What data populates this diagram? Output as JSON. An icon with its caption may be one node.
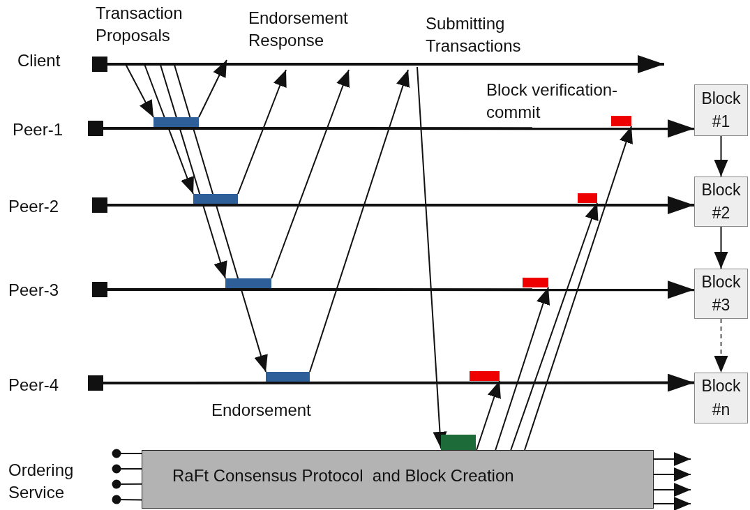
{
  "diagram": {
    "nodes": [
      {
        "text": [],
        "shape": "box",
        "beside": [
          "Client"
        ]
      },
      {
        "text": [],
        "shape": "box",
        "beside": [
          "Peer-1"
        ]
      },
      {
        "text": [],
        "shape": "box",
        "beside": [
          "Peer-2"
        ]
      },
      {
        "text": [],
        "shape": "box",
        "beside": [
          "Peer-3"
        ]
      },
      {
        "text": [],
        "shape": "box",
        "beside": [
          "Peer-4"
        ]
      },
      {
        "text": [],
        "shape": "bar"
      },
      {
        "text": [],
        "shape": "bar"
      },
      {
        "text": [],
        "shape": "bar"
      },
      {
        "text": [],
        "shape": "bar"
      },
      {
        "text": [],
        "shape": "bar"
      },
      {
        "text": [],
        "shape": "bar"
      },
      {
        "text": [],
        "shape": "bar"
      },
      {
        "text": [],
        "shape": "bar"
      },
      {
        "text": [],
        "shape": "bar"
      },
      {
        "text": [
          "RaFt Consensus Protocol  and Block Creation"
        ]
      },
      {
        "text": [
          "Block #1"
        ]
      },
      {
        "text": [
          "Block #2"
        ]
      },
      {
        "text": [
          "Block #3"
        ]
      },
      {
        "text": [
          "Block #n"
        ]
      }
    ],
    "edges": [
      {
        "from": 0,
        "to": null,
        "arrow": "to",
        "style": "thick"
      },
      {
        "from": 1,
        "to": 15,
        "arrow": "to",
        "style": "thick"
      },
      {
        "from": 2,
        "to": 16,
        "arrow": "to",
        "style": "thick"
      },
      {
        "from": 3,
        "to": 17,
        "arrow": "to",
        "style": "thick"
      },
      {
        "from": 4,
        "to": 18,
        "arrow": "to",
        "style": "thick"
      },
      {
        "from": null,
        "to": 5,
        "arrow": "to"
      },
      {
        "from": null,
        "to": 6,
        "arrow": "to"
      },
      {
        "from": null,
        "to": 7,
        "arrow": "to"
      },
      {
        "from": null,
        "to": 8,
        "arrow": "to"
      },
      {
        "from": 5,
        "to": null,
        "arrow": "to"
      },
      {
        "from": 6,
        "to": null,
        "arrow": "to"
      },
      {
        "from": 7,
        "to": null,
        "arrow": "to"
      },
      {
        "from": 8,
        "to": null,
        "arrow": "to"
      },
      {
        "from": null,
        "to": 13,
        "arrow": "to"
      },
      {
        "from": 14,
        "to": 12,
        "arrow": "to"
      },
      {
        "from": 14,
        "to": 11,
        "arrow": "to"
      },
      {
        "from": 14,
        "to": 10,
        "arrow": "to"
      },
      {
        "from": 14,
        "to": 9,
        "arrow": "to"
      },
      {
        "from": 15,
        "to": 16,
        "arrow": "to"
      },
      {
        "from": 16,
        "to": 17,
        "arrow": "to"
      },
      {
        "from": 17,
        "to": 18,
        "arrow": "to",
        "style": "dashed"
      },
      {
        "from": null,
        "to": 14,
        "arrow": "other"
      },
      {
        "from": null,
        "to": 14,
        "arrow": "other"
      },
      {
        "from": null,
        "to": 14,
        "arrow": "other"
      },
      {
        "from": null,
        "to": 14,
        "arrow": "other"
      },
      {
        "from": 14,
        "to": null,
        "arrow": "to"
      },
      {
        "from": 14,
        "to": null,
        "arrow": "to"
      },
      {
        "from": 14,
        "to": null,
        "arrow": "to"
      },
      {
        "from": 14,
        "to": null,
        "arrow": "to"
      }
    ],
    "labels": [
      "Transaction Proposals",
      "Endorsement Response",
      "Submitting Transactions",
      "Block verification- commit",
      "Endorsement",
      "Ordering Service"
    ]
  }
}
